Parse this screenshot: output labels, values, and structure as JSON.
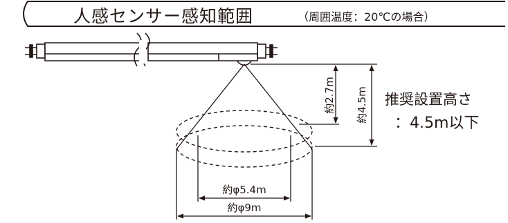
{
  "title": "人感センサー感知範囲",
  "subtitle": "（周囲温度：20℃の場合）",
  "heights": {
    "inner": "約2.7m",
    "outer": "約4.5m"
  },
  "diameters": {
    "inner": "約φ5.4m",
    "outer": "約φ9m"
  },
  "recommendation": {
    "line1": "推奨設置高さ",
    "line2": "：4.5m以下"
  }
}
